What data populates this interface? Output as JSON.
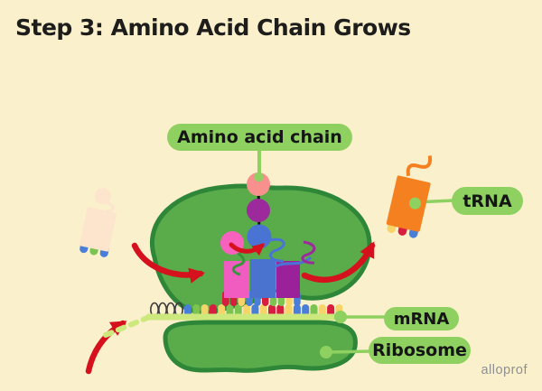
{
  "title": "Step 3: Amino Acid Chain Grows",
  "watermark": "alloprof",
  "labels": {
    "amino_acid_chain": "Amino acid chain",
    "trna": "tRNA",
    "mrna": "mRNA",
    "ribosome": "Ribosome"
  },
  "colors": {
    "background": "#fbf0cc",
    "title_color": "#1d1d1b",
    "label_pill": "#8ed161",
    "ribosome_fill": "#5aab49",
    "ribosome_stroke": "#2e8639",
    "mrna_strand": "#cde97d",
    "mrna_coil": "#3c3c3c",
    "arrow_red": "#d6111e",
    "trna_orange": "#f5801f",
    "trna_pink": "#f05cc0",
    "trna_blue": "#4a72cf",
    "trna_purple": "#9b219b",
    "amino_salmon": "#f8908e",
    "amino_purple": "#9c2a9c",
    "amino_blue": "#4a74d4",
    "amino_pink": "#f861be",
    "base_blue": "#4a7fd9",
    "base_green": "#7cc452",
    "base_yellow": "#f7d469",
    "base_red": "#d81e3f",
    "faded_trna": "#fce4cd",
    "watermark_color": "#8f9091",
    "chain_link": "#111111",
    "squiggle_green": "#37953c"
  },
  "diagram": {
    "mrna_bases": [
      "blue",
      "green",
      "yellow",
      "red",
      "yellow",
      "green",
      "green",
      "yellow",
      "blue",
      "yellow",
      "red",
      "red",
      "yellow",
      "blue",
      "blue",
      "green",
      "yellow",
      "red",
      "yellow"
    ],
    "anticodon_bases": [
      "red",
      "red",
      "yellow",
      "blue",
      "blue",
      "red",
      "green",
      "green",
      "yellow",
      "blue"
    ],
    "left_trna_feet": [
      "blue",
      "green",
      "blue"
    ],
    "right_trna_feet": [
      "yellow",
      "red",
      "blue"
    ]
  }
}
